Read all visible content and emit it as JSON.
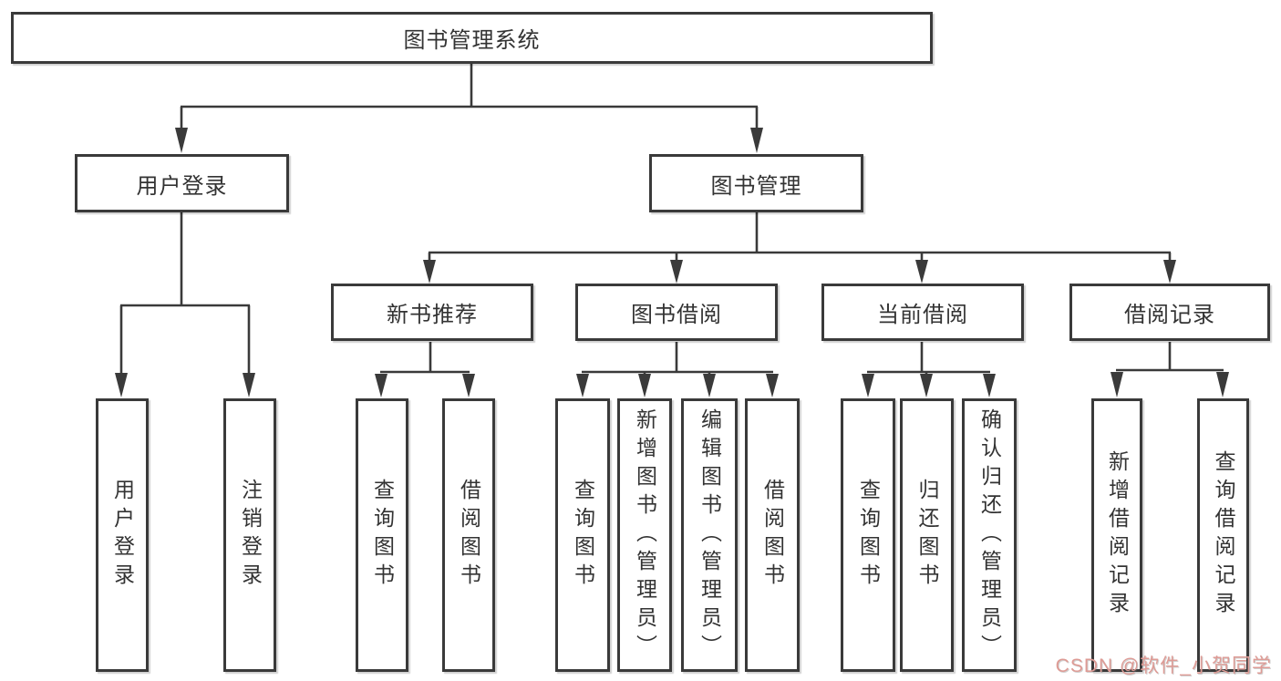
{
  "diagram": {
    "root": {
      "label": "图书管理系统"
    },
    "level2": [
      {
        "id": "user-login",
        "label": "用户登录"
      },
      {
        "id": "book-management",
        "label": "图书管理"
      }
    ],
    "level3": [
      {
        "id": "new-book-recommend",
        "label": "新书推荐",
        "parent": "图书管理"
      },
      {
        "id": "book-borrow",
        "label": "图书借阅",
        "parent": "图书管理"
      },
      {
        "id": "current-borrow",
        "label": "当前借阅",
        "parent": "图书管理"
      },
      {
        "id": "borrow-record",
        "label": "借阅记录",
        "parent": "图书管理"
      }
    ],
    "leaves": [
      {
        "label": "用户登录",
        "parent": "用户登录"
      },
      {
        "label": "注销登录",
        "parent": "用户登录"
      },
      {
        "label": "查询图书",
        "parent": "新书推荐"
      },
      {
        "label": "借阅图书",
        "parent": "新书推荐"
      },
      {
        "label": "查询图书",
        "parent": "图书借阅"
      },
      {
        "label": "新增图书（管理员）",
        "parent": "图书借阅"
      },
      {
        "label": "编辑图书（管理员）",
        "parent": "图书借阅"
      },
      {
        "label": "借阅图书",
        "parent": "图书借阅"
      },
      {
        "label": "查询图书",
        "parent": "当前借阅"
      },
      {
        "label": "归还图书",
        "parent": "当前借阅"
      },
      {
        "label": "确认归还（管理员）",
        "parent": "当前借阅"
      },
      {
        "label": "新增借阅记录",
        "parent": "借阅记录"
      },
      {
        "label": "查询借阅记录",
        "parent": "借阅记录"
      }
    ]
  },
  "watermark": {
    "text": "CSDN @软件_小贺同学"
  },
  "colors": {
    "line": "#3a3a3a",
    "box_border": "#3a3a3a",
    "text": "#333333",
    "background": "#ffffff",
    "watermark": "#de9b95"
  }
}
